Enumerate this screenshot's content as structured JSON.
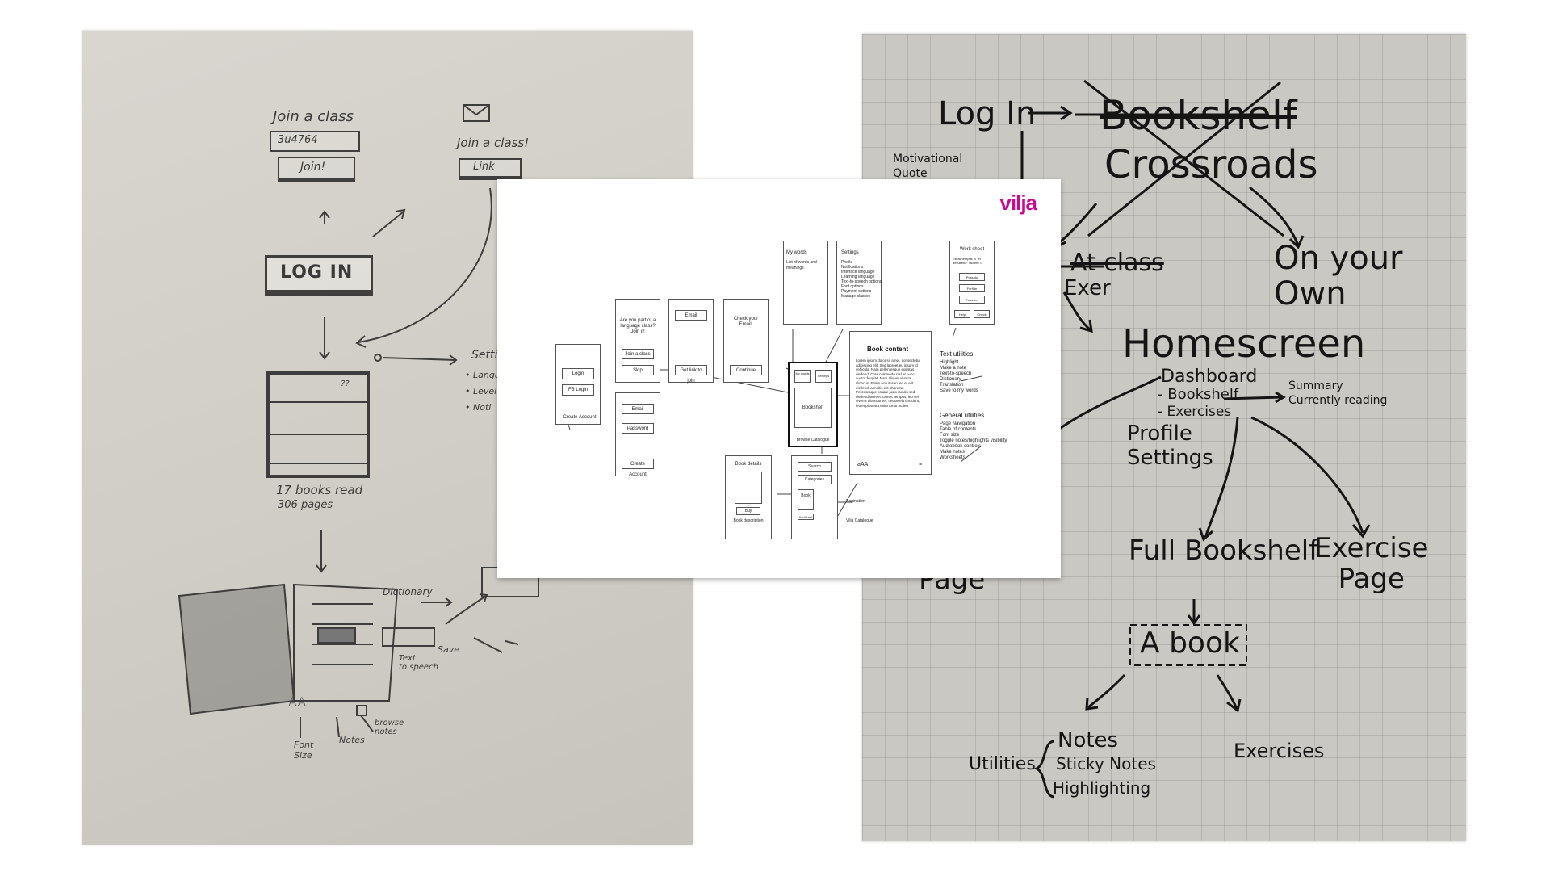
{
  "left_sketch": {
    "join_class_title": "Join a class",
    "class_code": "3u4764",
    "join_button": "Join!",
    "join_link_title": "Join a class!",
    "link_button": "Link",
    "login_button": "LOG IN",
    "settings_label": "Setti",
    "settings_items": [
      "• Langu",
      "• Level",
      "• Noti"
    ],
    "book_tag": "??",
    "stats_books": "17 books read",
    "stats_pages": "306 pages",
    "dictionary_label": "Dictionary",
    "save_label": "Save",
    "tts_label": "Text\nto speech",
    "font_size_glyph": "AA",
    "font_size_label": "Font\nSize",
    "notes_label": "Notes",
    "browse_notes_label": "browse\nnotes"
  },
  "right_sketch": {
    "login": "Log In",
    "motivational_quote": "Motivational\nQuote",
    "bookshelf_struck": "Bookshelf",
    "crossroads": "Crossroads",
    "at_class_struck": "At class",
    "exer": "Exer",
    "on_your_own": "On your\nOwn",
    "homescreen": "Homescreen",
    "dashboard": "Dashboard",
    "bookshelf": "- Bookshelf",
    "exercises_item": "- Exercises",
    "summary": "Summary",
    "currently_reading": "Currently reading",
    "profile_settings": "Profile\nSettings",
    "full_bookshelf": "Full Bookshelf",
    "exercise_page": "Exercise\nPage",
    "page_fragment": "Page",
    "a_book": "A book",
    "utilities": "Utilities",
    "notes": "Notes",
    "sticky_notes": "Sticky Notes",
    "highlighting": "Highlighting",
    "exercises": "Exercises"
  },
  "wireframe": {
    "brand": "vilja",
    "login_screen": {
      "login": "Login",
      "fb_login": "FB Login",
      "create_account": "Create Account"
    },
    "class_question": "Are you part of a language class? Join it!",
    "join_class": "Join a class",
    "skip": "Skip",
    "email": "Email",
    "password": "Password",
    "create_account": "Create Account",
    "get_link": "Get link to join",
    "check_email": "Check your Email!",
    "continue": "Continue",
    "my_words_title": "My words",
    "my_words_desc": "List of words and meanings",
    "settings_title": "Settings",
    "settings_items": [
      "Profile",
      "Notifications",
      "Interface language",
      "Learning language",
      "Text-to-speech options",
      "Font options",
      "Payment options",
      "Manage classes"
    ],
    "worksheet_title": "Work sheet",
    "worksheet_desc": "Ellipsi tempus in \"et decubetur\" laoreet !?",
    "worksheet_options": [
      "Possidu",
      "Ferfide",
      "Futurum"
    ],
    "worksheet_help": "Help",
    "worksheet_check": "Check",
    "home_my_words": "My words",
    "home_settings": "Settings",
    "home_bookshelf": "Bookshelf",
    "browse_catalogue": "Browse Catalogue",
    "book_content_title": "Book content",
    "book_content_text": "Lorem ipsum dolor sit amet, consectetur adipiscing elit. Sed laoreet eu ipsum id vehicula. Nam pellentesque egestas eleifend. Cras commodo nisl et nunc auctor feugiat. Nam aliquet viverra rhoncus. Etiam accumsan leo et elit eleifend, a mollis elit pharetra. Pellentesque ornare justo iaculis sed eleifend laoreet. Donec tempus, leo vel viverra ullamcorper, neque elit tincidunt, leo et pharetra enim tortor ac leo.",
    "font_glyph": "aAA",
    "text_utilities_title": "Text utilities",
    "text_utilities": [
      "Highlight",
      "Make a note",
      "Text-to-speech",
      "Dictionary",
      "Translation",
      "Save to my words"
    ],
    "general_utilities_title": "General utilities",
    "general_utilities": [
      "Page Navigation",
      "Table of contents",
      "Font size",
      "Toggle notes/highlights visibility",
      "Audiobook controls",
      "Make notes",
      "Worksheets"
    ],
    "book_details_title": "Book details",
    "buy": "Buy",
    "book_description": "Book description",
    "search": "Search",
    "categories": "Categories",
    "book": "Book",
    "add_to_bookshelf": "Add/Bask",
    "pagination": "Pagination",
    "vilja_catalogue": "Vilja Catalogue"
  }
}
